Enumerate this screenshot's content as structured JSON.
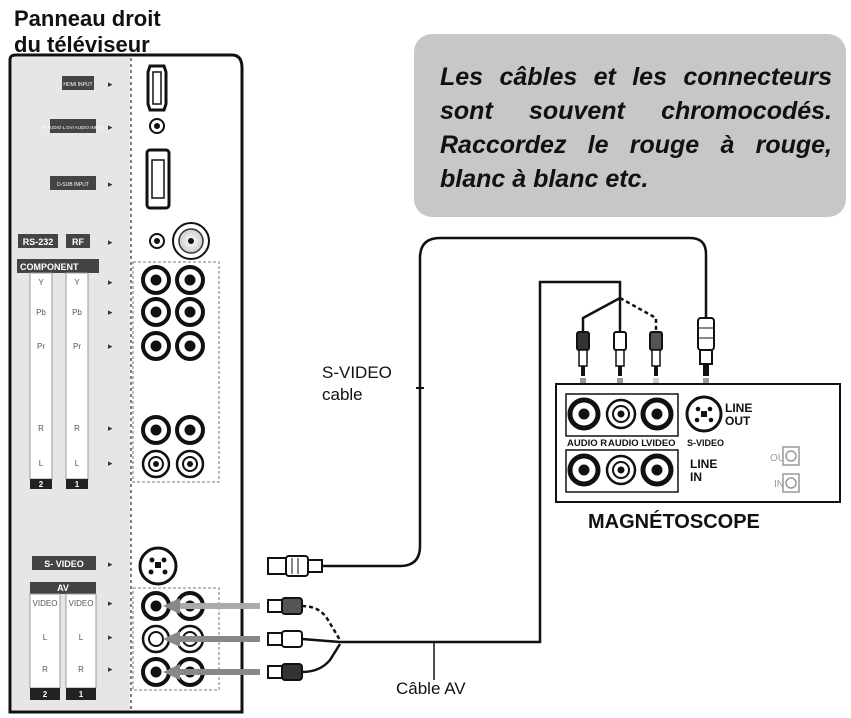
{
  "tv_panel": {
    "title_line1": "Panneau droit",
    "title_line2": "du téléviseur",
    "labels": {
      "hdmi": "HDMI INPUT",
      "audio_dvi": "R-AUDIO-L DVI AUDIO INPUT",
      "dsub": "D-SUB INPUT",
      "rs232": "RS-232",
      "rf": "RF",
      "component": "COMPONENT",
      "comp_rows": [
        "Y",
        "Pb",
        "Pr",
        "R",
        "L"
      ],
      "comp_cols": [
        "2",
        "1"
      ],
      "svideo": "S- VIDEO",
      "av": "AV",
      "av_rows": [
        "VIDEO",
        "L",
        "R"
      ],
      "av_cols": [
        "2",
        "1"
      ]
    }
  },
  "note": {
    "text": "Les câbles et les connecteurs sont souvent chromocodés. Raccordez le rouge à rouge, blanc à blanc etc."
  },
  "cables": {
    "svideo_line1": "S-VIDEO",
    "svideo_line2": "cable",
    "av": "Câble AV"
  },
  "vcr": {
    "name": "MAGNÉTOSCOPE",
    "audio_r": "AUDIO R",
    "audio_l": "AUDIO L",
    "video": "VIDEO",
    "s_video": "S-VIDEO",
    "line_out": "LINE",
    "line_out2": "OUT",
    "line_in": "LINE",
    "line_in2": "IN",
    "out": "OUT",
    "in": "IN"
  },
  "colors": {
    "panel_bg": "#e6e6e6",
    "note_bg": "#c7c7c7",
    "cable": "#111111",
    "connector_dark": "#2b2b2b"
  }
}
